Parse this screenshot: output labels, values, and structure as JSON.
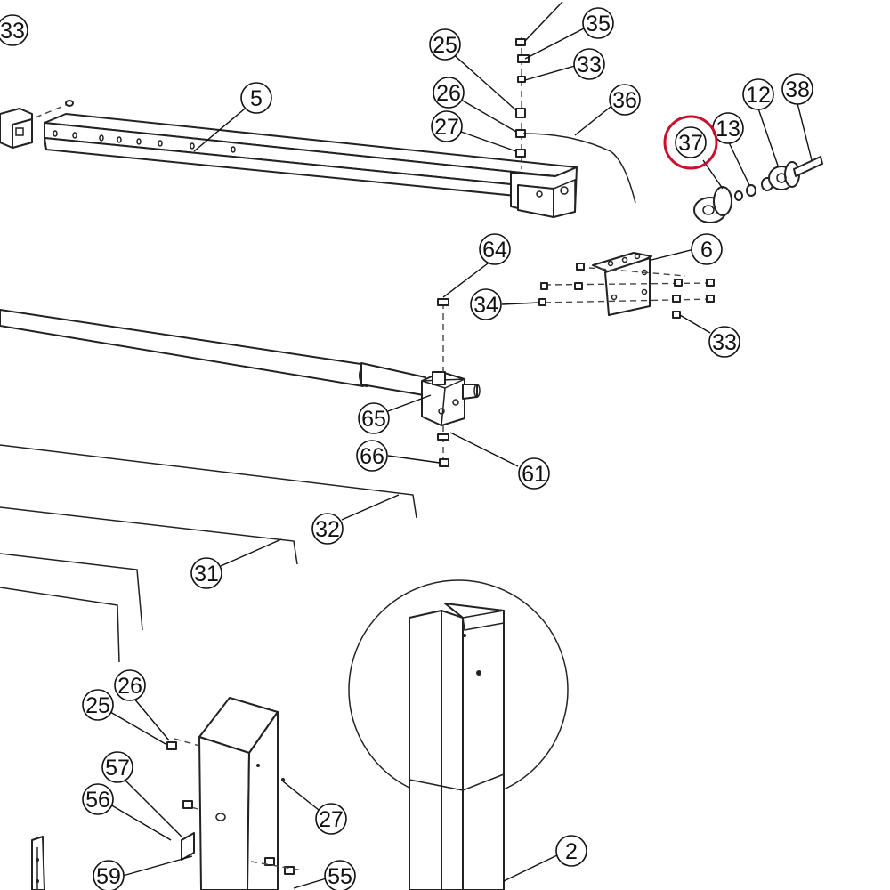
{
  "callouts": [
    {
      "id": "c33a",
      "label": "33"
    },
    {
      "id": "c35",
      "label": "35"
    },
    {
      "id": "c25a",
      "label": "25"
    },
    {
      "id": "c33b",
      "label": "33"
    },
    {
      "id": "c5",
      "label": "5"
    },
    {
      "id": "c26a",
      "label": "26"
    },
    {
      "id": "c36",
      "label": "36"
    },
    {
      "id": "c27a",
      "label": "27"
    },
    {
      "id": "c12",
      "label": "12"
    },
    {
      "id": "c38",
      "label": "38"
    },
    {
      "id": "c13",
      "label": "13"
    },
    {
      "id": "c37",
      "label": "37",
      "highlighted": true
    },
    {
      "id": "c64",
      "label": "64"
    },
    {
      "id": "c6",
      "label": "6"
    },
    {
      "id": "c34",
      "label": "34"
    },
    {
      "id": "c33c",
      "label": "33"
    },
    {
      "id": "c65",
      "label": "65"
    },
    {
      "id": "c66",
      "label": "66"
    },
    {
      "id": "c61",
      "label": "61"
    },
    {
      "id": "c32",
      "label": "32"
    },
    {
      "id": "c31",
      "label": "31"
    },
    {
      "id": "c26b",
      "label": "26"
    },
    {
      "id": "c25b",
      "label": "25"
    },
    {
      "id": "c57",
      "label": "57"
    },
    {
      "id": "c56",
      "label": "56"
    },
    {
      "id": "c27b",
      "label": "27"
    },
    {
      "id": "c2",
      "label": "2"
    },
    {
      "id": "c59",
      "label": "59"
    },
    {
      "id": "c55",
      "label": "55"
    }
  ],
  "colors": {
    "line": "#222222",
    "highlight": "#c8102e",
    "background": "#ffffff"
  }
}
